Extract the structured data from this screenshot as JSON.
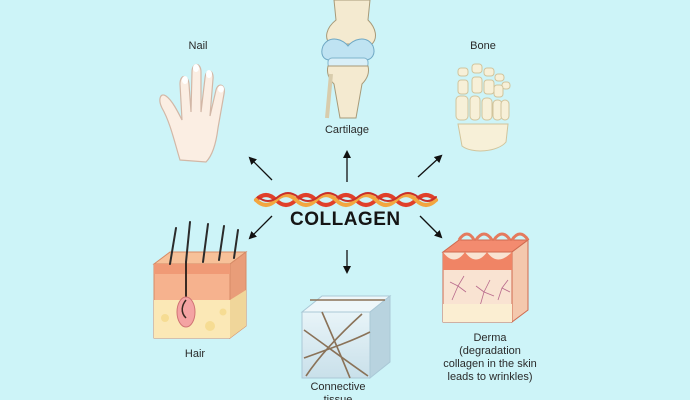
{
  "title": "COLLAGEN",
  "labels": {
    "nail": "Nail",
    "cartilage": "Cartilage",
    "bone": "Bone",
    "hair": "Hair",
    "connective": "Connective tissue",
    "derma_line1": "Derma",
    "derma_line2": "(degradation",
    "derma_line3": "collagen in the skin",
    "derma_line4": "leads to wrinkles)"
  },
  "colors": {
    "background": "#cdf4f8",
    "collagen_red": "#e0402a",
    "collagen_orange": "#f3a640",
    "skin": "#f6b28e",
    "bone": "#f4eccf"
  }
}
